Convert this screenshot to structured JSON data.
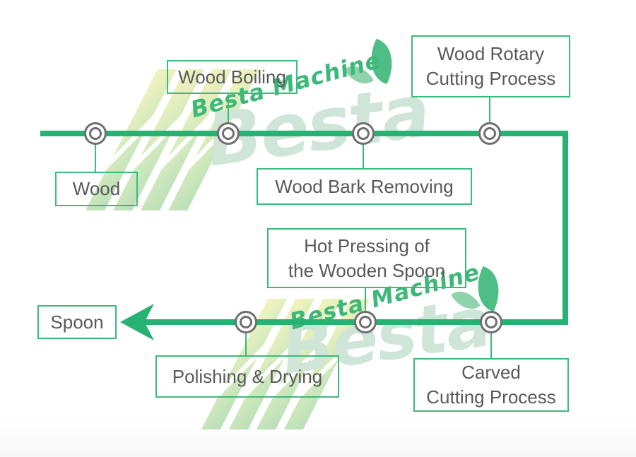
{
  "watermark": {
    "script": "Besta Machine",
    "wordmark": "Besta"
  },
  "flow": {
    "sequence": [
      "Wood",
      "Wood Boiling",
      "Wood Bark Removing",
      "Wood Rotary Cutting Process",
      "Carved Cutting Process",
      "Hot Pressing of the Wooden Spoon",
      "Polishing & Drying",
      "Spoon"
    ],
    "stages": {
      "wood": {
        "label": "Wood"
      },
      "wood_boiling": {
        "label": "Wood Boiling"
      },
      "wood_bark_removing": {
        "label": "Wood Bark Removing"
      },
      "wood_rotary": {
        "line1": "Wood Rotary",
        "line2": "Cutting Process"
      },
      "hot_pressing": {
        "line1": "Hot Pressing of",
        "line2": "the Wooden Spoon"
      },
      "polishing_drying": {
        "label": "Polishing & Drying"
      },
      "carved": {
        "line1": "Carved",
        "line2": "Cutting Process"
      },
      "spoon": {
        "label": "Spoon"
      }
    }
  },
  "colors": {
    "flow_line": "#27b274",
    "box_border": "#3cbb7d",
    "label_text": "#58595b",
    "node_ring": "#6f6f71",
    "watermark_pale": "#cee5d8",
    "watermark_green": "#3cb878",
    "stripe_yellow": "#f2f0ac",
    "stripe_green": "#a9d8a6"
  }
}
